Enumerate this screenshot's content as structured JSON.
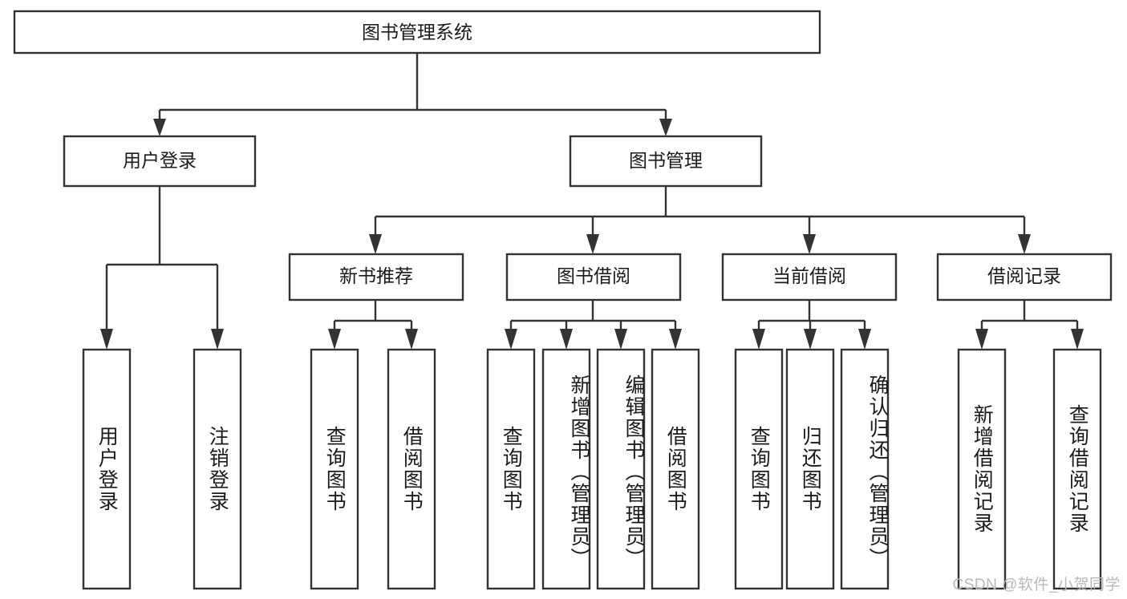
{
  "diagram": {
    "type": "tree-hierarchy",
    "title": "图书管理系统",
    "background_color": "#ffffff",
    "line_color": "#333333",
    "text_color": "#1a1a1a",
    "levels": 4,
    "root": {
      "label": "图书管理系统",
      "orientation": "horizontal"
    },
    "level2": [
      {
        "label": "用户登录",
        "orientation": "horizontal"
      },
      {
        "label": "图书管理",
        "orientation": "horizontal"
      }
    ],
    "level3": [
      {
        "label": "新书推荐",
        "orientation": "horizontal",
        "parent": "图书管理"
      },
      {
        "label": "图书借阅",
        "orientation": "horizontal",
        "parent": "图书管理"
      },
      {
        "label": "当前借阅",
        "orientation": "horizontal",
        "parent": "图书管理"
      },
      {
        "label": "借阅记录",
        "orientation": "horizontal",
        "parent": "图书管理"
      }
    ],
    "leaves": [
      {
        "label": "用户登录",
        "parent": "用户登录",
        "orientation": "vertical"
      },
      {
        "label": "注销登录",
        "parent": "用户登录",
        "orientation": "vertical"
      },
      {
        "label": "查询图书",
        "parent": "新书推荐",
        "orientation": "vertical"
      },
      {
        "label": "借阅图书",
        "parent": "新书推荐",
        "orientation": "vertical"
      },
      {
        "label": "查询图书",
        "parent": "图书借阅",
        "orientation": "vertical"
      },
      {
        "label": "新增图书（管理员）",
        "parent": "图书借阅",
        "orientation": "vertical"
      },
      {
        "label": "编辑图书（管理员）",
        "parent": "图书借阅",
        "orientation": "vertical"
      },
      {
        "label": "借阅图书",
        "parent": "图书借阅",
        "orientation": "vertical"
      },
      {
        "label": "查询图书",
        "parent": "当前借阅",
        "orientation": "vertical"
      },
      {
        "label": "归还图书",
        "parent": "当前借阅",
        "orientation": "vertical"
      },
      {
        "label": "确认归还（管理员）",
        "parent": "当前借阅",
        "orientation": "vertical"
      },
      {
        "label": "新增借阅记录",
        "parent": "借阅记录",
        "orientation": "vertical"
      },
      {
        "label": "查询借阅记录",
        "parent": "借阅记录",
        "orientation": "vertical"
      }
    ]
  },
  "watermark": {
    "text": "CSDN @软件_小贺同学"
  }
}
